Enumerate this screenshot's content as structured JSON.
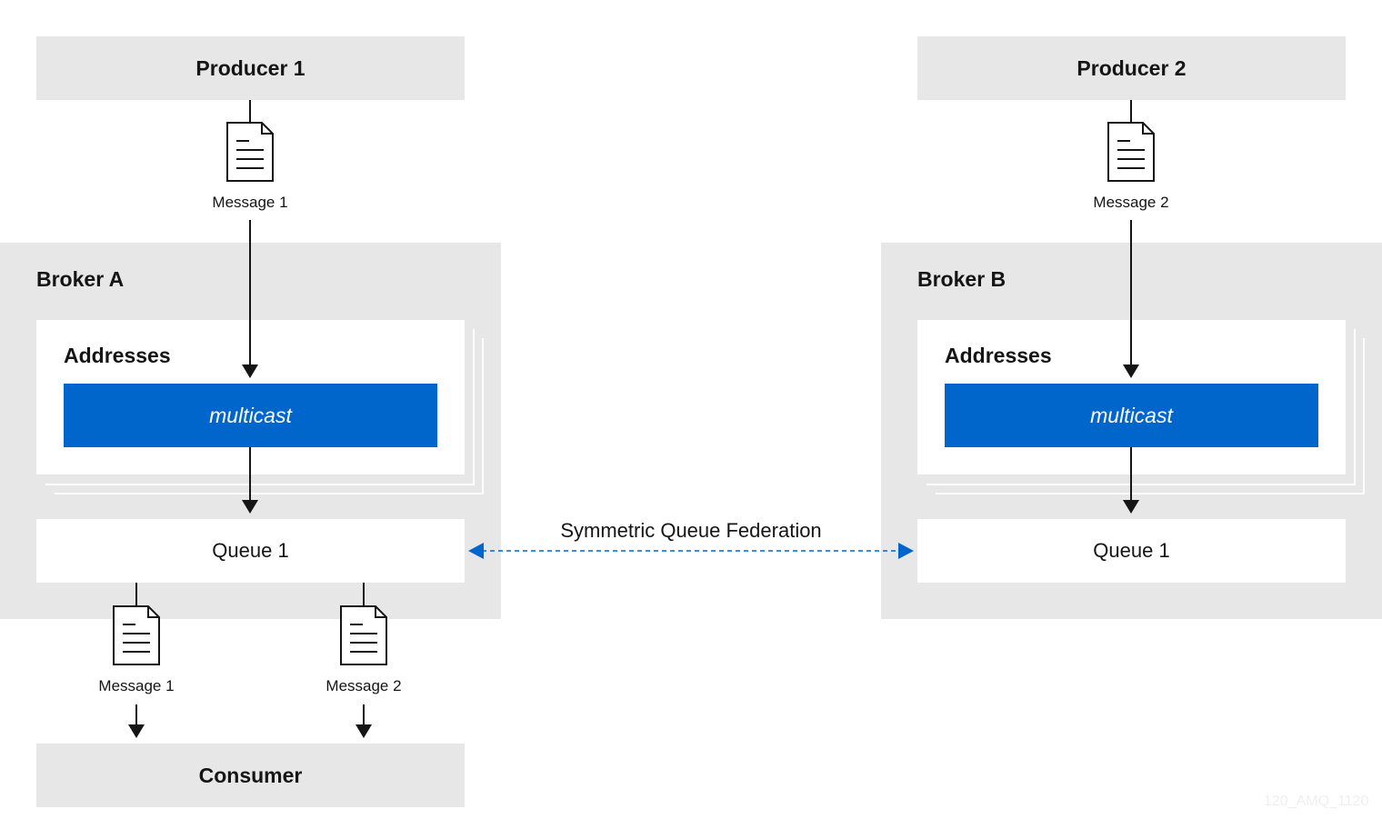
{
  "producers": [
    {
      "label": "Producer 1"
    },
    {
      "label": "Producer 2"
    }
  ],
  "brokers": [
    {
      "label": "Broker A",
      "addresses_label": "Addresses",
      "multicast_label": "multicast",
      "queue_label": "Queue 1"
    },
    {
      "label": "Broker B",
      "addresses_label": "Addresses",
      "multicast_label": "multicast",
      "queue_label": "Queue 1"
    }
  ],
  "messages": {
    "producer1_msg": "Message 1",
    "producer2_msg": "Message 2",
    "consumer_msg1": "Message 1",
    "consumer_msg2": "Message 2"
  },
  "consumer": {
    "label": "Consumer"
  },
  "federation": {
    "label": "Symmetric Queue Federation"
  },
  "watermark": "120_AMQ_1120",
  "colors": {
    "accent": "#0066cc",
    "box": "#e7e7e7",
    "line": "#151515"
  },
  "icons": [
    "message-document-icon"
  ]
}
